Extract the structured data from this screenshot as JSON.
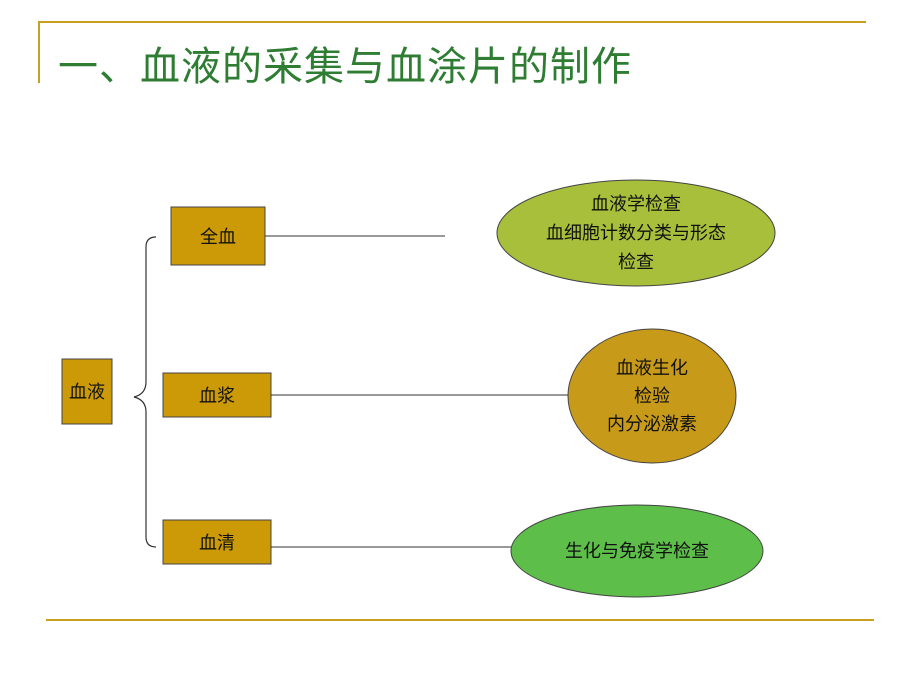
{
  "title": "一、血液的采集与血涂片的制作",
  "colors": {
    "rule": "#c8a020",
    "title": "#2e7d32",
    "box_fill": "#cc9a06",
    "oval_whole_blood": "#a8bf3c",
    "oval_plasma": "#c89a1a",
    "oval_serum": "#5dbe4a"
  },
  "diagram": {
    "root": "血液",
    "branches": [
      {
        "label": "全血",
        "uses": [
          "血液学检查",
          "血细胞计数分类与形态",
          "检查"
        ]
      },
      {
        "label": "血浆",
        "uses": [
          "血液生化",
          "检验",
          "内分泌激素"
        ]
      },
      {
        "label": "血清",
        "uses": [
          "生化与免疫学检查"
        ]
      }
    ]
  }
}
